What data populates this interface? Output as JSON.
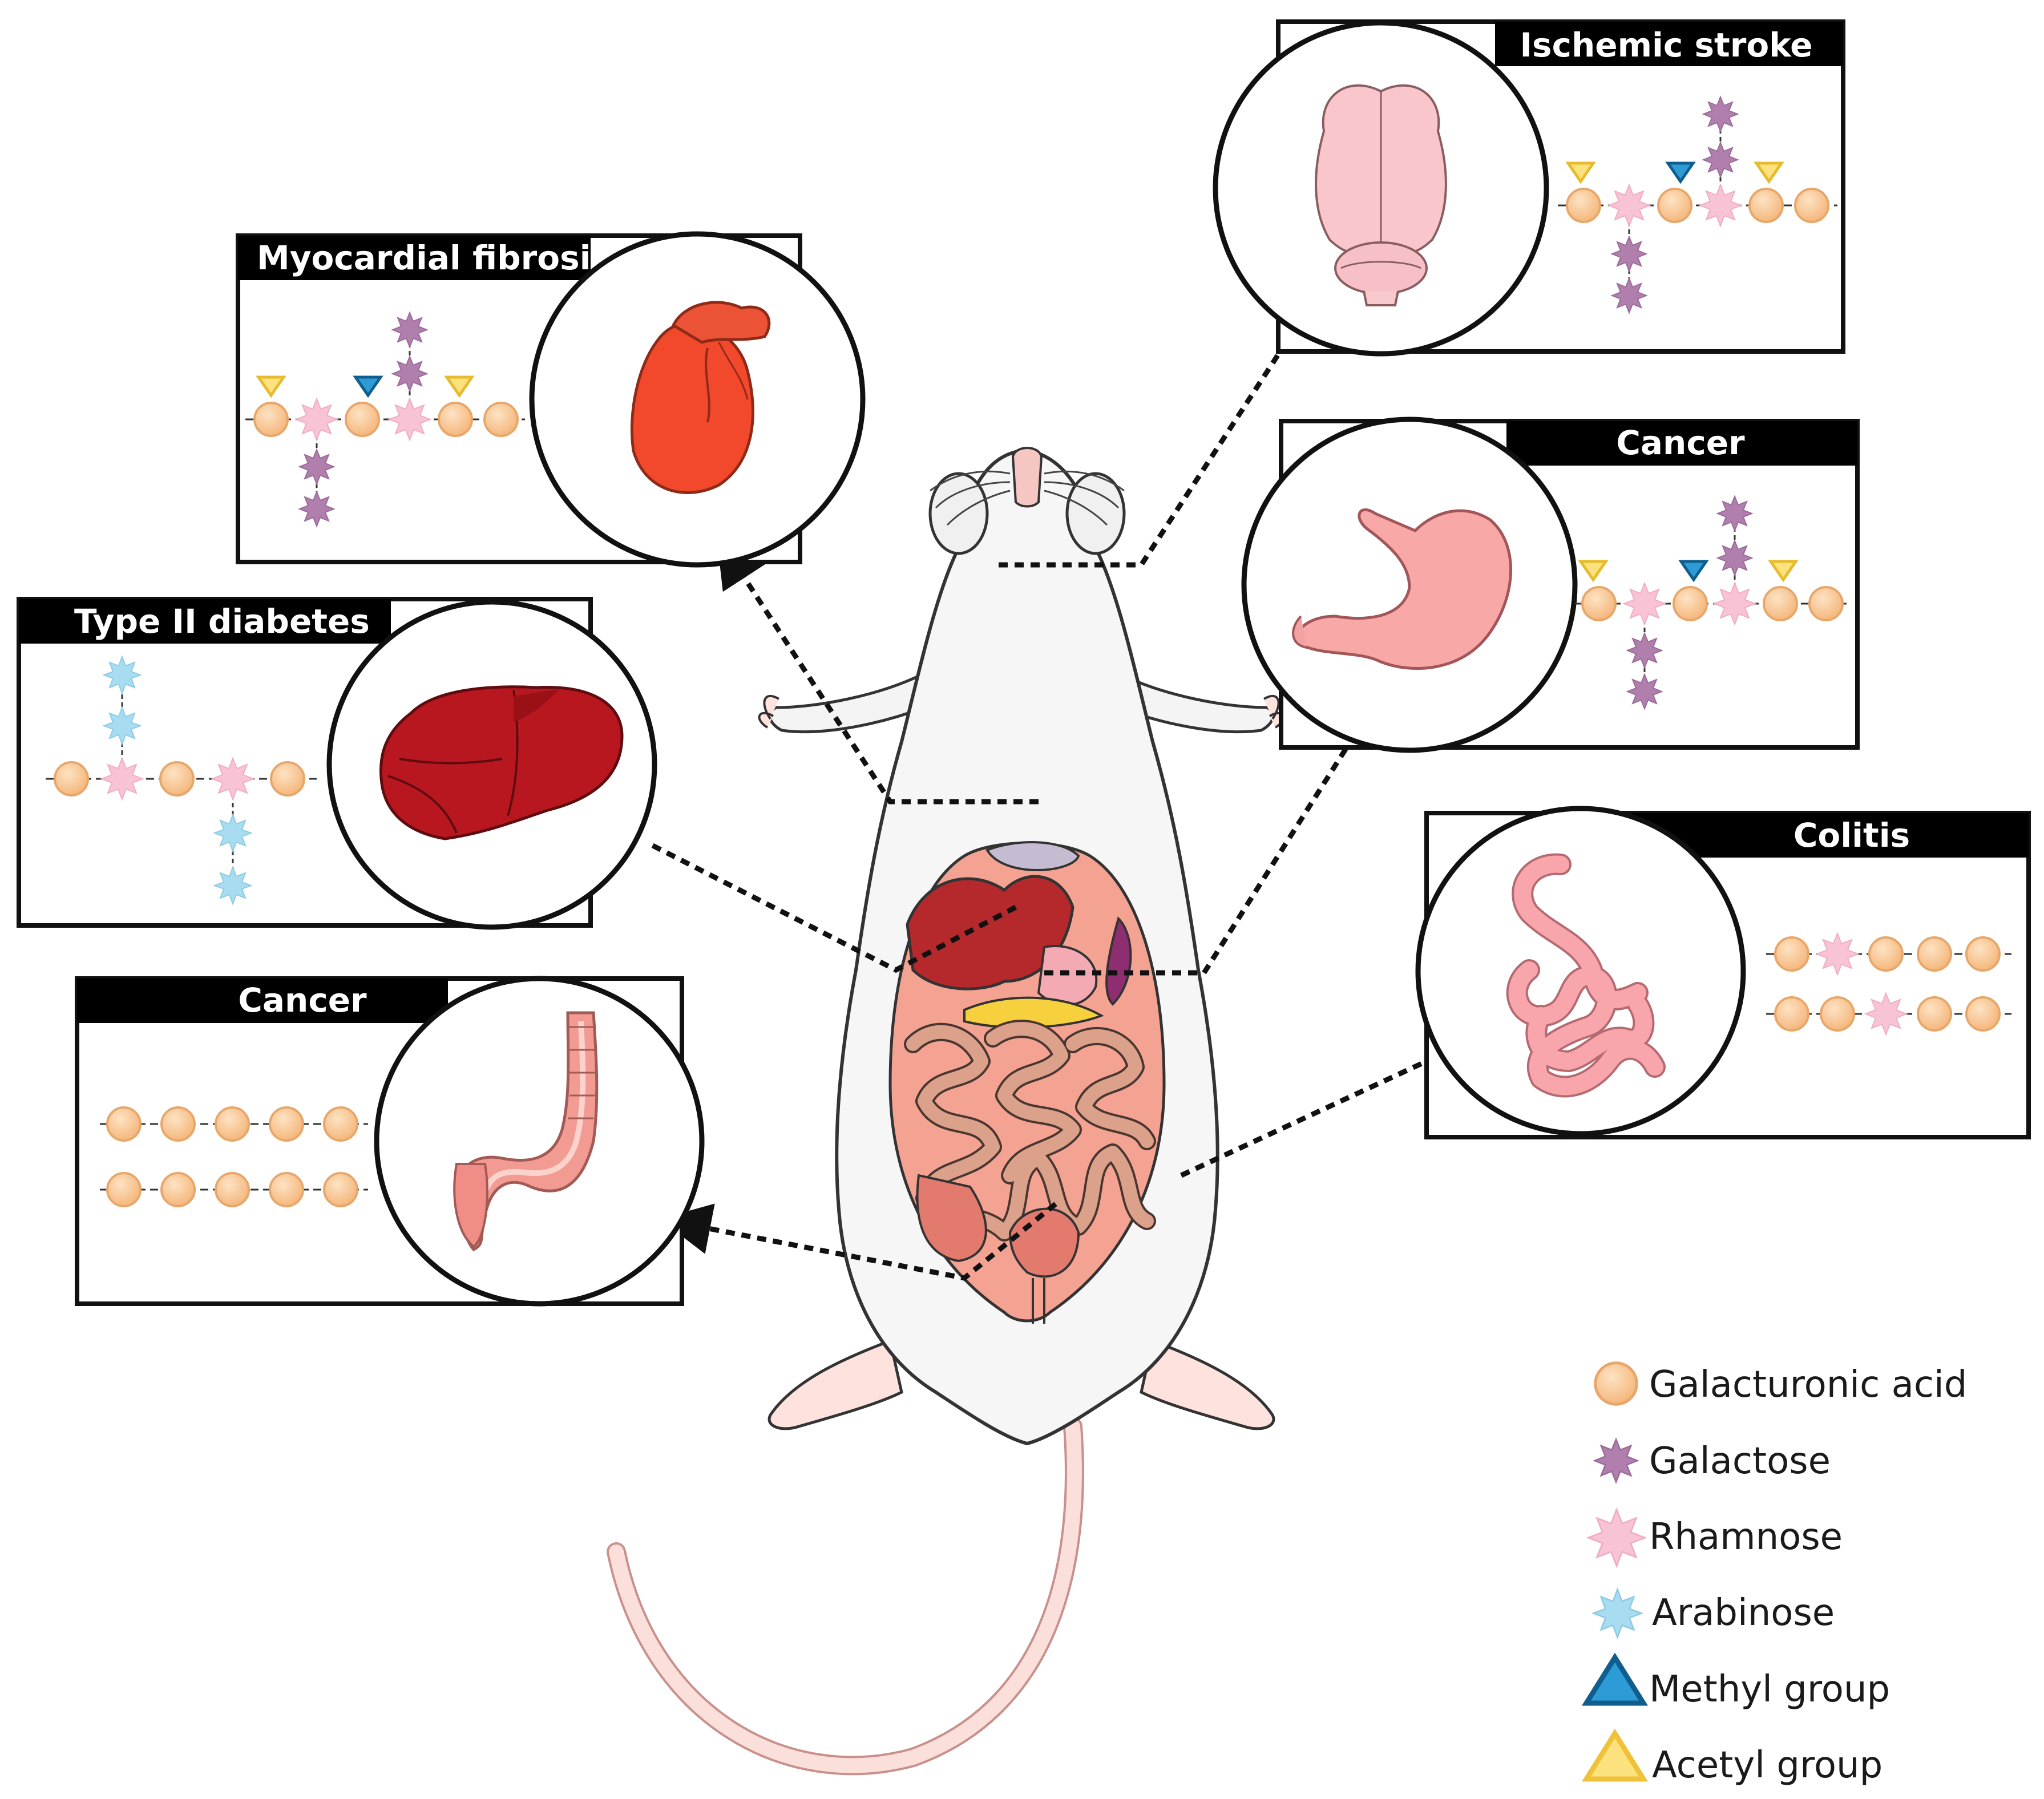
{
  "panels": {
    "stroke": {
      "title": "Ischemic stroke",
      "organ": "brain-icon"
    },
    "myocardial": {
      "title": "Myocardial fibrosis",
      "organ": "heart-icon"
    },
    "cancer_stomach": {
      "title": "Cancer",
      "organ": "stomach-icon"
    },
    "diabetes": {
      "title": "Type II diabetes",
      "organ": "liver-icon"
    },
    "colitis": {
      "title": "Colitis",
      "organ": "small-intestine-icon"
    },
    "cancer_colon": {
      "title": "Cancer",
      "organ": "colon-icon"
    }
  },
  "legend": [
    {
      "label": "Galacturonic acid",
      "symbol": "circle-icon",
      "color": "#f9c794"
    },
    {
      "label": "Galactose",
      "symbol": "star-icon",
      "color": "#b07fae"
    },
    {
      "label": "Rhamnose",
      "symbol": "star-icon",
      "color": "#f8c3d5"
    },
    {
      "label": "Arabinose",
      "symbol": "star-icon",
      "color": "#a8dcf0"
    },
    {
      "label": "Methyl group",
      "symbol": "triangle-down-icon",
      "color": "#1f87c4"
    },
    {
      "label": "Acetyl group",
      "symbol": "triangle-down-icon",
      "color": "#f6d35c"
    }
  ]
}
